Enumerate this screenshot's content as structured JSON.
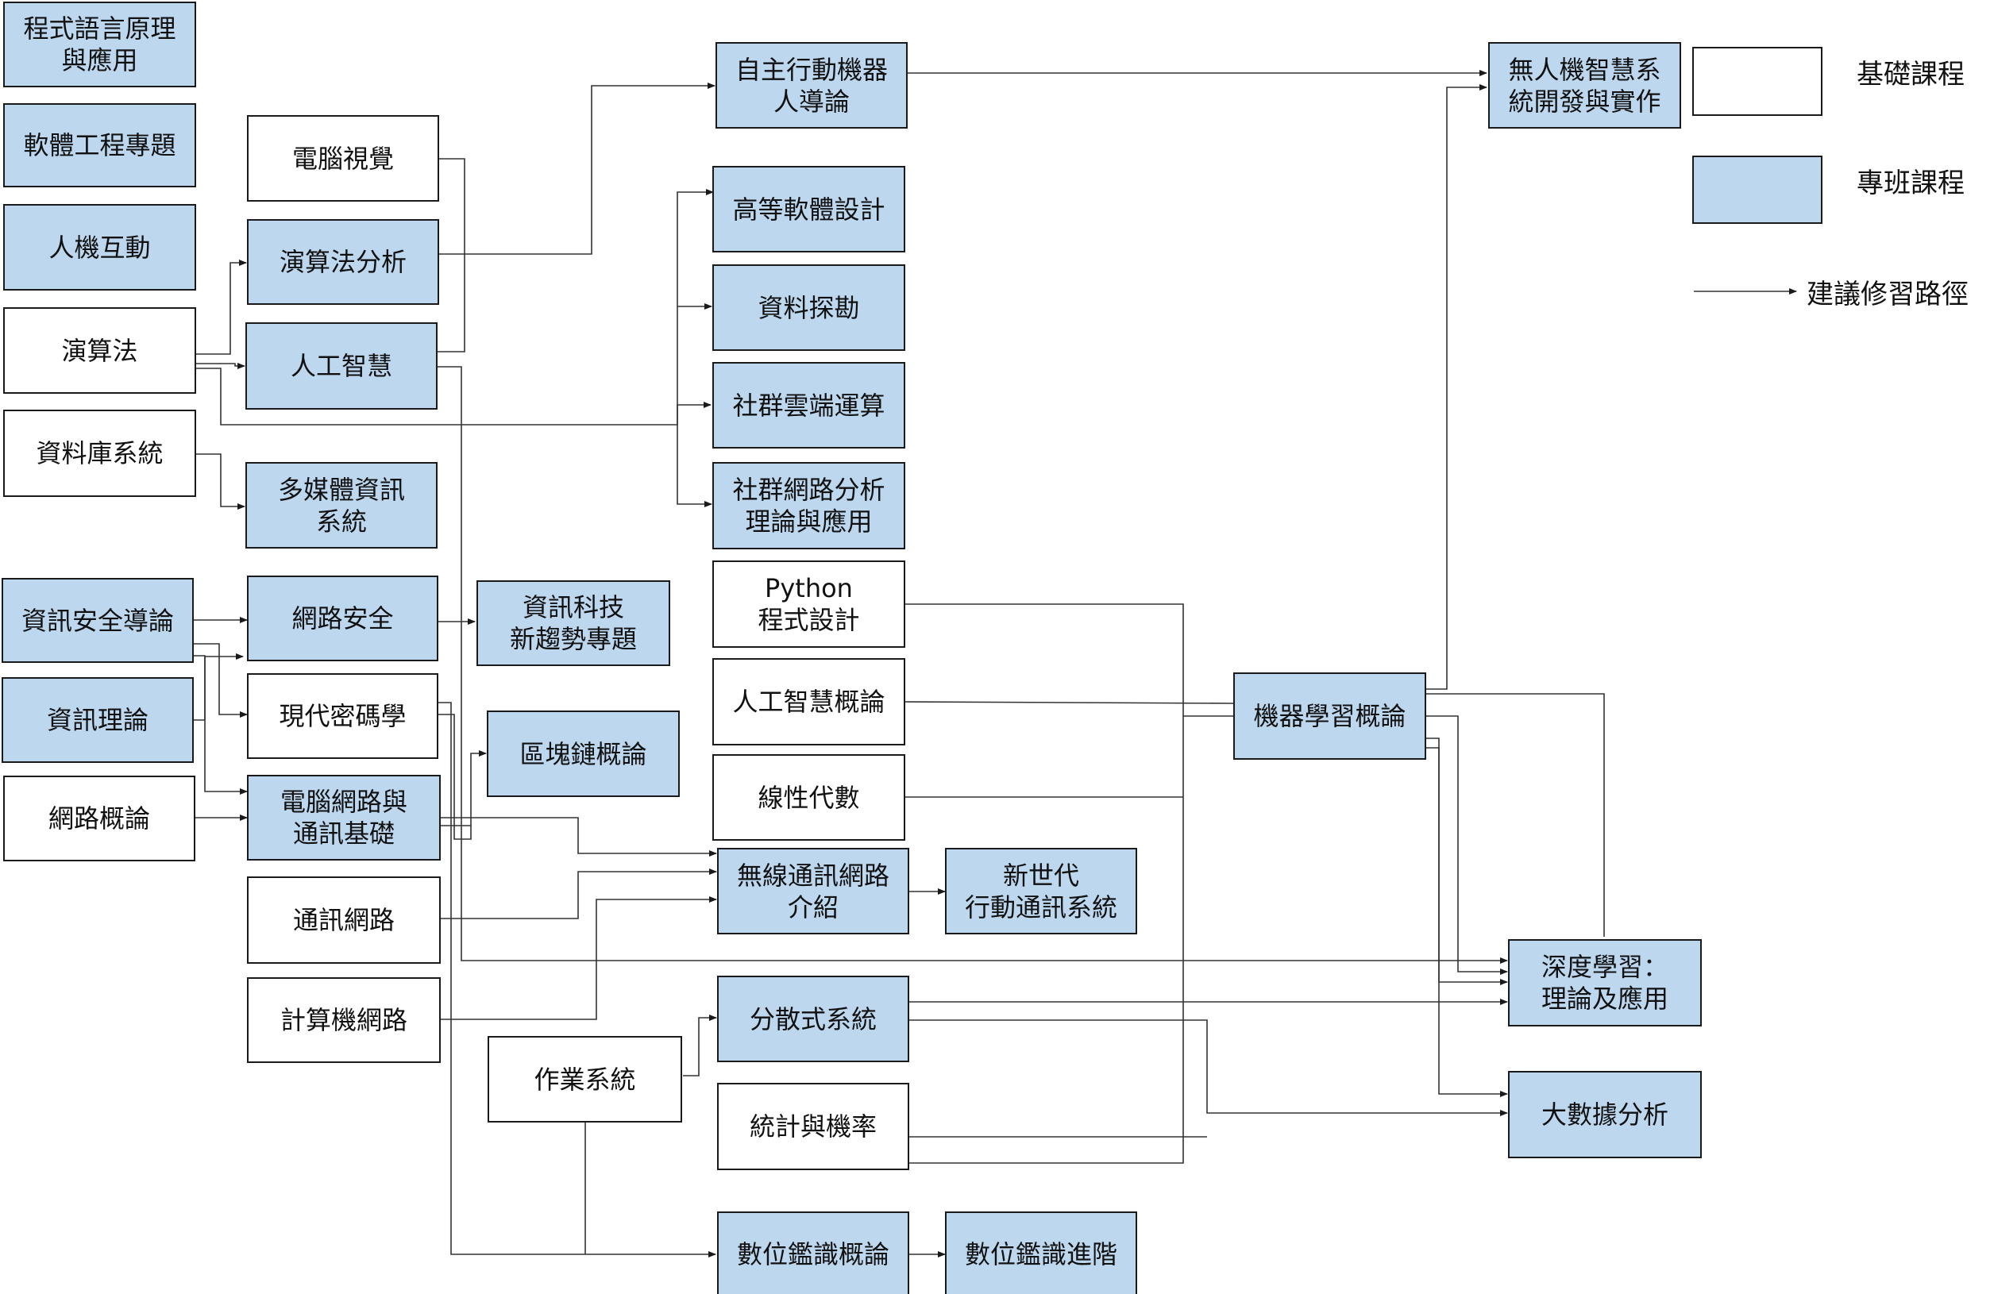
{
  "nodes": {
    "pl": {
      "label": "程式語言原理\n與應用",
      "type": "special"
    },
    "se": {
      "label": "軟體工程專題",
      "type": "special"
    },
    "hci": {
      "label": "人機互動",
      "type": "special"
    },
    "algo": {
      "label": "演算法",
      "type": "basic"
    },
    "db": {
      "label": "資料庫系統",
      "type": "basic"
    },
    "isec": {
      "label": "資訊安全導論",
      "type": "special"
    },
    "it": {
      "label": "資訊理論",
      "type": "special"
    },
    "netintro": {
      "label": "網路概論",
      "type": "basic"
    },
    "cv": {
      "label": "電腦視覺",
      "type": "basic"
    },
    "aa": {
      "label": "演算法分析",
      "type": "special"
    },
    "ai": {
      "label": "人工智慧",
      "type": "special"
    },
    "mm": {
      "label": "多媒體資訊\n系統",
      "type": "special"
    },
    "netsec": {
      "label": "網路安全",
      "type": "special"
    },
    "crypto": {
      "label": "現代密碼學",
      "type": "basic"
    },
    "cn": {
      "label": "電腦網路與\n通訊基礎",
      "type": "special"
    },
    "comnet": {
      "label": "通訊網路",
      "type": "basic"
    },
    "cnet": {
      "label": "計算機網路",
      "type": "basic"
    },
    "ittrend": {
      "label": "資訊科技\n新趨勢專題",
      "type": "special"
    },
    "bc": {
      "label": "區塊鏈概論",
      "type": "special"
    },
    "os": {
      "label": "作業系統",
      "type": "basic"
    },
    "robot": {
      "label": "自主行動機器\n人導論",
      "type": "special"
    },
    "asd": {
      "label": "高等軟體設計",
      "type": "special"
    },
    "dm": {
      "label": "資料探勘",
      "type": "special"
    },
    "cloud": {
      "label": "社群雲端運算",
      "type": "special"
    },
    "sna": {
      "label": "社群網路分析\n理論與應用",
      "type": "special"
    },
    "python": {
      "label": "Python\n程式設計",
      "type": "basic"
    },
    "aiintro": {
      "label": "人工智慧概論",
      "type": "basic"
    },
    "la": {
      "label": "線性代數",
      "type": "basic"
    },
    "wireless": {
      "label": "無線通訊網路\n介紹",
      "type": "special"
    },
    "nextgen": {
      "label": "新世代\n行動通訊系統",
      "type": "special"
    },
    "ds": {
      "label": "分散式系統",
      "type": "special"
    },
    "stat": {
      "label": "統計與機率",
      "type": "basic"
    },
    "forensic": {
      "label": "數位鑑識概論",
      "type": "special"
    },
    "forensic2": {
      "label": "數位鑑識進階",
      "type": "special"
    },
    "ml": {
      "label": "機器學習概論",
      "type": "special"
    },
    "drone": {
      "label": "無人機智慧系\n統開發與實作",
      "type": "special"
    },
    "dl": {
      "label": "深度學習：\n理論及應用",
      "type": "special"
    },
    "bigdata": {
      "label": "大數據分析",
      "type": "special"
    }
  },
  "legend": {
    "basic_label": "基礎課程",
    "special_label": "專班課程",
    "arrow_label": "建議修習路徑"
  },
  "colors": {
    "special_fill": "#bdd7ee",
    "basic_fill": "#ffffff",
    "stroke": "#1a1a1a"
  }
}
